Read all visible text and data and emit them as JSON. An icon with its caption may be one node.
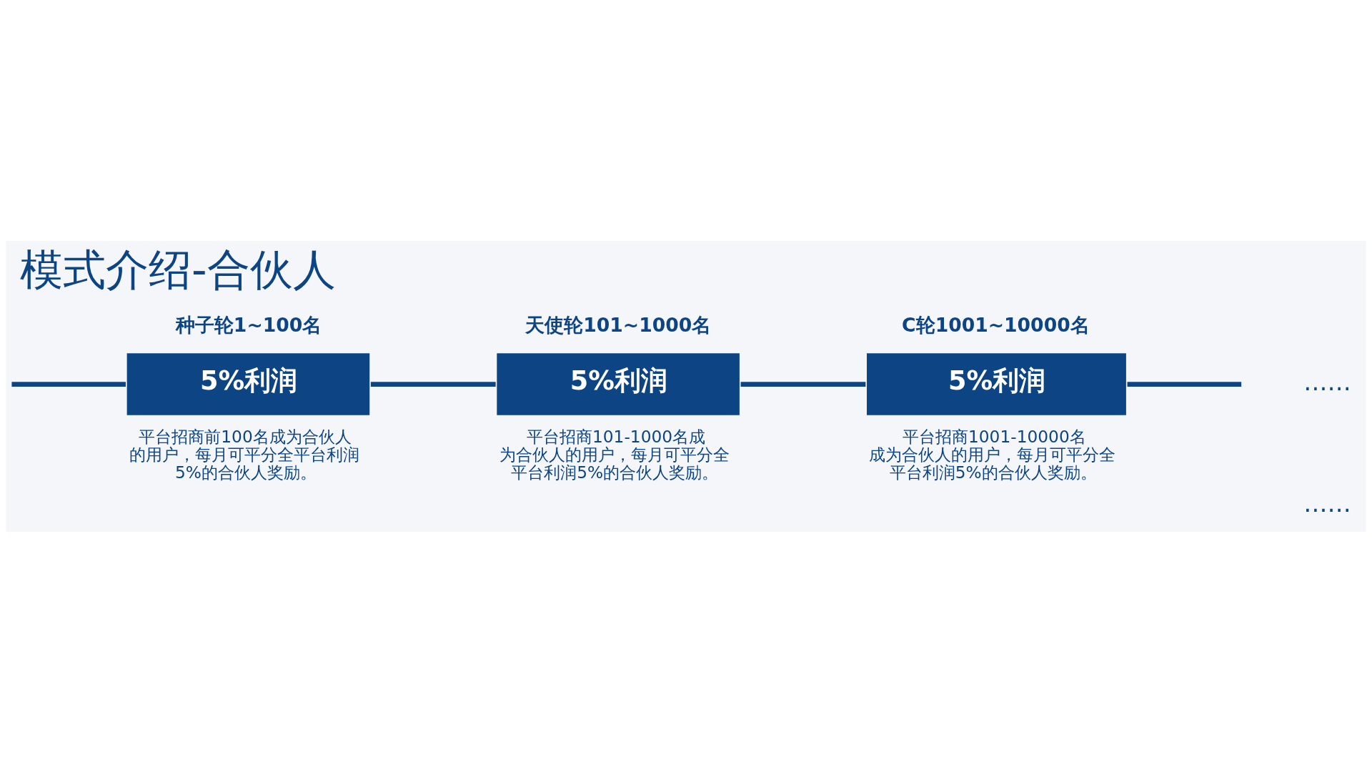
{
  "diagram": {
    "title": "模式介绍-合伙人",
    "nodes": [
      {
        "text": [
          "种子轮1~100名",
          "5%利润"
        ],
        "beside": [
          "平台招商前100名成为合伙人的用户，每月可平分全平台利润5%的合伙人奖励。"
        ]
      },
      {
        "text": [
          "天使轮101~1000名",
          "5%利润"
        ],
        "beside": [
          "平台招商101-1000名成为合伙人的用户，每月可平分全平台利润5%的合伙人奖励。"
        ]
      },
      {
        "text": [
          "C轮1001~10000名",
          "5%利润"
        ],
        "beside": [
          "平台招商1001-10000名成为合伙人的用户，每月可平分全平台利润5%的合伙人奖励。"
        ]
      }
    ],
    "edges": [
      {
        "from": null,
        "to": 0,
        "arrow": "none"
      },
      {
        "from": 0,
        "to": 1,
        "arrow": "none"
      },
      {
        "from": 1,
        "to": 2,
        "arrow": "none"
      },
      {
        "from": 2,
        "to": null,
        "arrow": "none"
      }
    ],
    "labels": [
      "……",
      "……"
    ]
  }
}
